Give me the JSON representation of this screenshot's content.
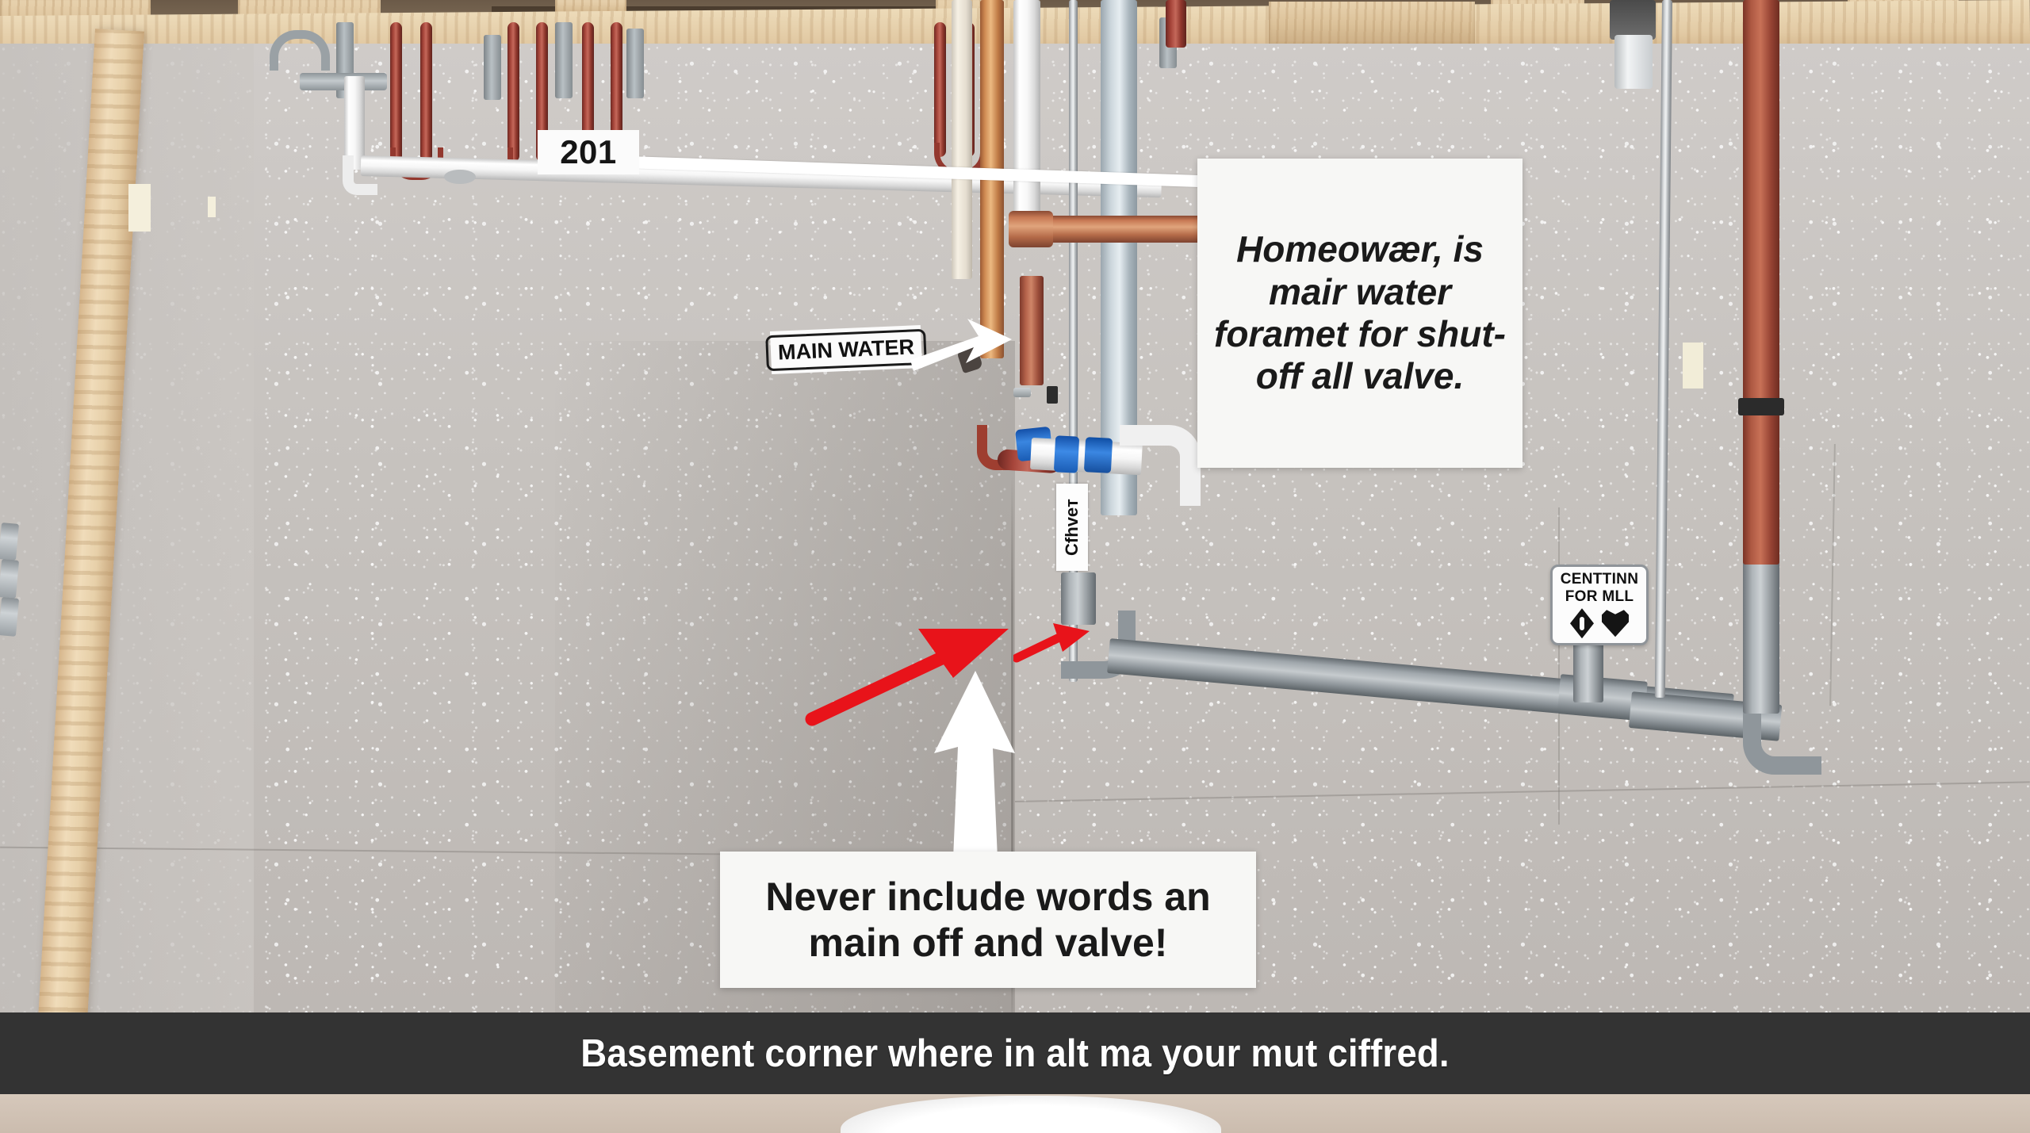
{
  "scene": {
    "description": "Basement corner plumbing photo with instructional annotations",
    "caption": "Basement corner where in alt ma your mut ciffred."
  },
  "labels": {
    "pipe_tag_number": "201",
    "main_water_tag": "MAIN WATER",
    "vertical_pipe_tag": "Cfhveт",
    "placard_line1": "CENTTINN",
    "placard_line2": "FOR MLL"
  },
  "callouts": {
    "right": {
      "text": "Homeowær, is mair water foramet for shut-off all valve."
    },
    "bottom": {
      "text": "Never include words an main off and valve!"
    }
  },
  "colors": {
    "caption_bar_bg": "#333333",
    "caption_text": "#ffffff",
    "callout_bg": "#f7f7f5",
    "callout_text": "#1a1a1a",
    "arrow_red": "#e8131a",
    "arrow_white": "#ffffff",
    "wall": "#c6c2be",
    "copper_pipe": "#c87a55",
    "brass_fitting": "#c9a244",
    "gray_drain_pipe": "#9aa1a6",
    "pex_red": "#a6453a",
    "pex_blue": "#1f63b8",
    "wood_framing": "#e2caa4"
  },
  "annotation_items": [
    {
      "name": "pipe-number-tag",
      "value": "201"
    },
    {
      "name": "main-water-valve-tag",
      "value": "MAIN WATER"
    },
    {
      "name": "vertical-pipe-tag",
      "value": "Cfhveт"
    },
    {
      "name": "wall-placard",
      "value": "CENTTINN FOR MLL"
    },
    {
      "name": "red-pointer-arrow",
      "value": "points to shut-off valve area"
    },
    {
      "name": "white-pointer-arrow",
      "value": "points up to corner"
    }
  ]
}
